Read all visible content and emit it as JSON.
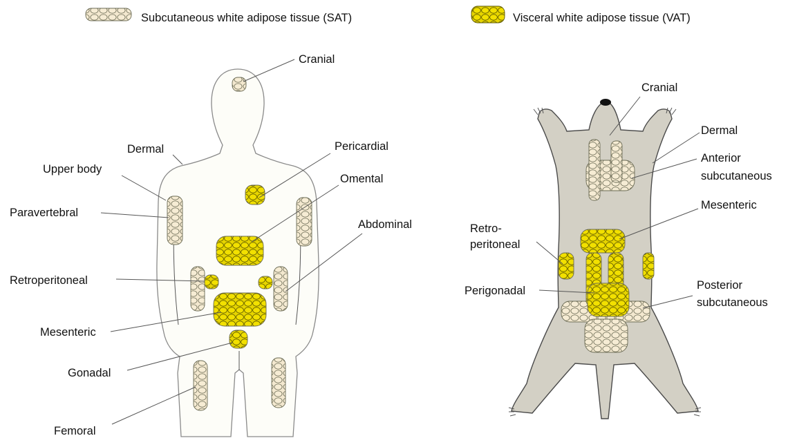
{
  "colors": {
    "sat_fill": "#f3e8cf",
    "vat_fill": "#f2e000",
    "human_fill": "#fdfdf8",
    "mouse_fill": "#d3d0c5",
    "outline": "#777777"
  },
  "legend": {
    "sat_label": "Subcutaneous white adipose tissue (SAT)",
    "vat_label": "Visceral white adipose tissue (VAT)"
  },
  "human": {
    "cranial": "Cranial",
    "dermal": "Dermal",
    "upper_body": "Upper body",
    "paravertebral": "Paravertebral",
    "retroperitoneal": "Retroperitoneal",
    "mesenteric": "Mesenteric",
    "gonadal": "Gonadal",
    "femoral": "Femoral",
    "pericardial": "Pericardial",
    "omental": "Omental",
    "abdominal": "Abdominal"
  },
  "mouse": {
    "cranial": "Cranial",
    "dermal": "Dermal",
    "anterior_line1": "Anterior",
    "anterior_line2": "subcutaneous",
    "mesenteric": "Mesenteric",
    "retro_line1": "Retro-",
    "retro_line2": "peritoneal",
    "perigonadal": "Perigonadal",
    "posterior_line1": "Posterior",
    "posterior_line2": "subcutaneous"
  }
}
